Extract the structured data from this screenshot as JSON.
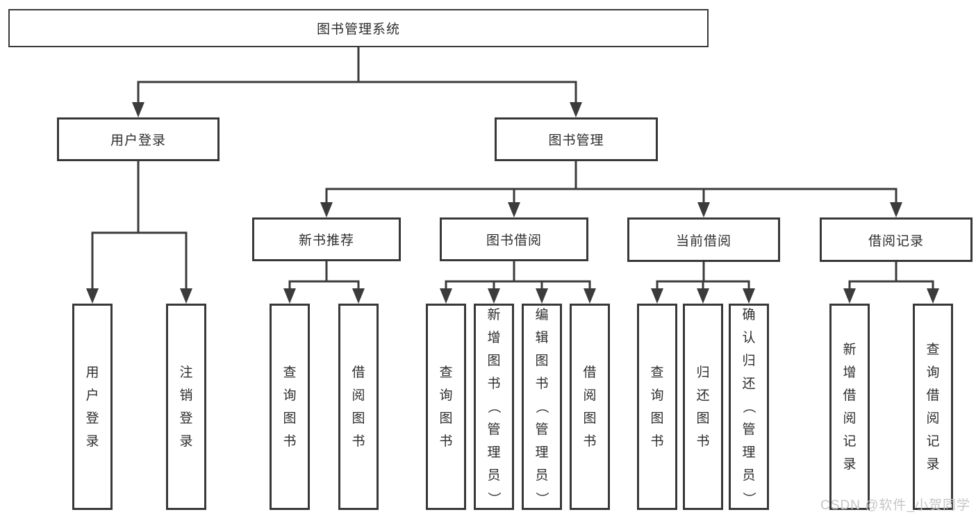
{
  "diagram_type": "hierarchy-tree",
  "tree": {
    "label": "图书管理系统",
    "children": [
      {
        "label": "用户登录",
        "children": [
          {
            "label": "用户登录"
          },
          {
            "label": "注销登录"
          }
        ]
      },
      {
        "label": "图书管理",
        "children": [
          {
            "label": "新书推荐",
            "children": [
              {
                "label": "查询图书"
              },
              {
                "label": "借阅图书"
              }
            ]
          },
          {
            "label": "图书借阅",
            "children": [
              {
                "label": "查询图书"
              },
              {
                "label": "新增图书（管理员）"
              },
              {
                "label": "编辑图书（管理员）"
              },
              {
                "label": "借阅图书"
              }
            ]
          },
          {
            "label": "当前借阅",
            "children": [
              {
                "label": "查询图书"
              },
              {
                "label": "归还图书"
              },
              {
                "label": "确认归还（管理员）"
              }
            ]
          },
          {
            "label": "借阅记录",
            "children": [
              {
                "label": "新增借阅记录"
              },
              {
                "label": "查询借阅记录"
              }
            ]
          }
        ]
      }
    ]
  },
  "watermark": {
    "text": "CSDN @软件_小贺同学"
  },
  "colors": {
    "line": "#3b3b3b",
    "border": "#383838",
    "text": "#2d2d2d",
    "watermark": "#c6c6c6",
    "background": "#ffffff"
  }
}
